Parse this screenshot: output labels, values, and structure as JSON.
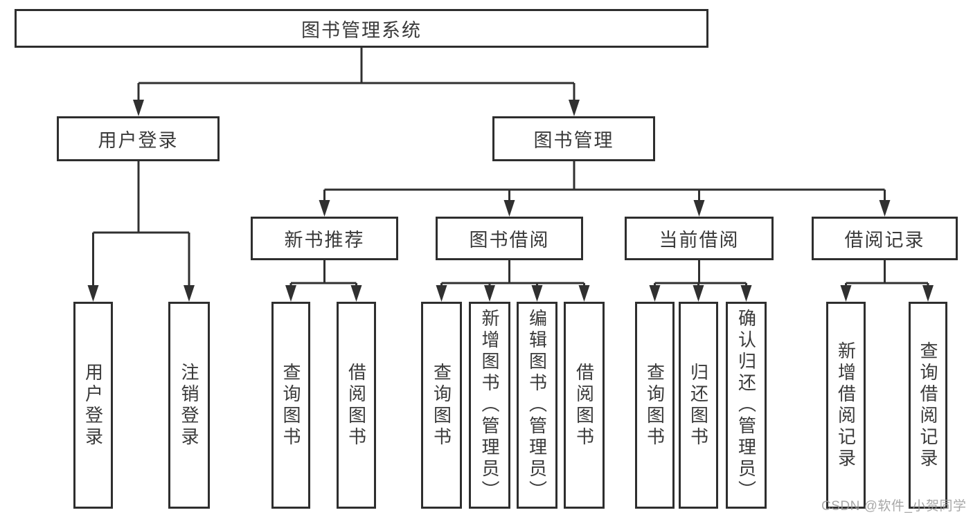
{
  "tree": {
    "root": "图书管理系统",
    "level2": [
      {
        "label": "用户登录",
        "leaves": [
          "用户登录",
          "注销登录"
        ]
      },
      {
        "label": "图书管理",
        "groups": [
          {
            "label": "新书推荐",
            "leaves": [
              "查询图书",
              "借阅图书"
            ]
          },
          {
            "label": "图书借阅",
            "leaves": [
              "查询图书",
              "新增图书（管理员）",
              "编辑图书（管理员）",
              "借阅图书"
            ]
          },
          {
            "label": "当前借阅",
            "leaves": [
              "查询图书",
              "归还图书",
              "确认归还（管理员）"
            ]
          },
          {
            "label": "借阅记录",
            "leaves": [
              "新增借阅记录",
              "查询借阅记录"
            ]
          }
        ]
      }
    ]
  },
  "watermark": "CSDN @软件_小贺同学",
  "colors": {
    "line": "#303030",
    "box_border": "#2e2e2e",
    "text": "#3a3a3a",
    "watermark": "#989898",
    "background": "#ffffff"
  }
}
